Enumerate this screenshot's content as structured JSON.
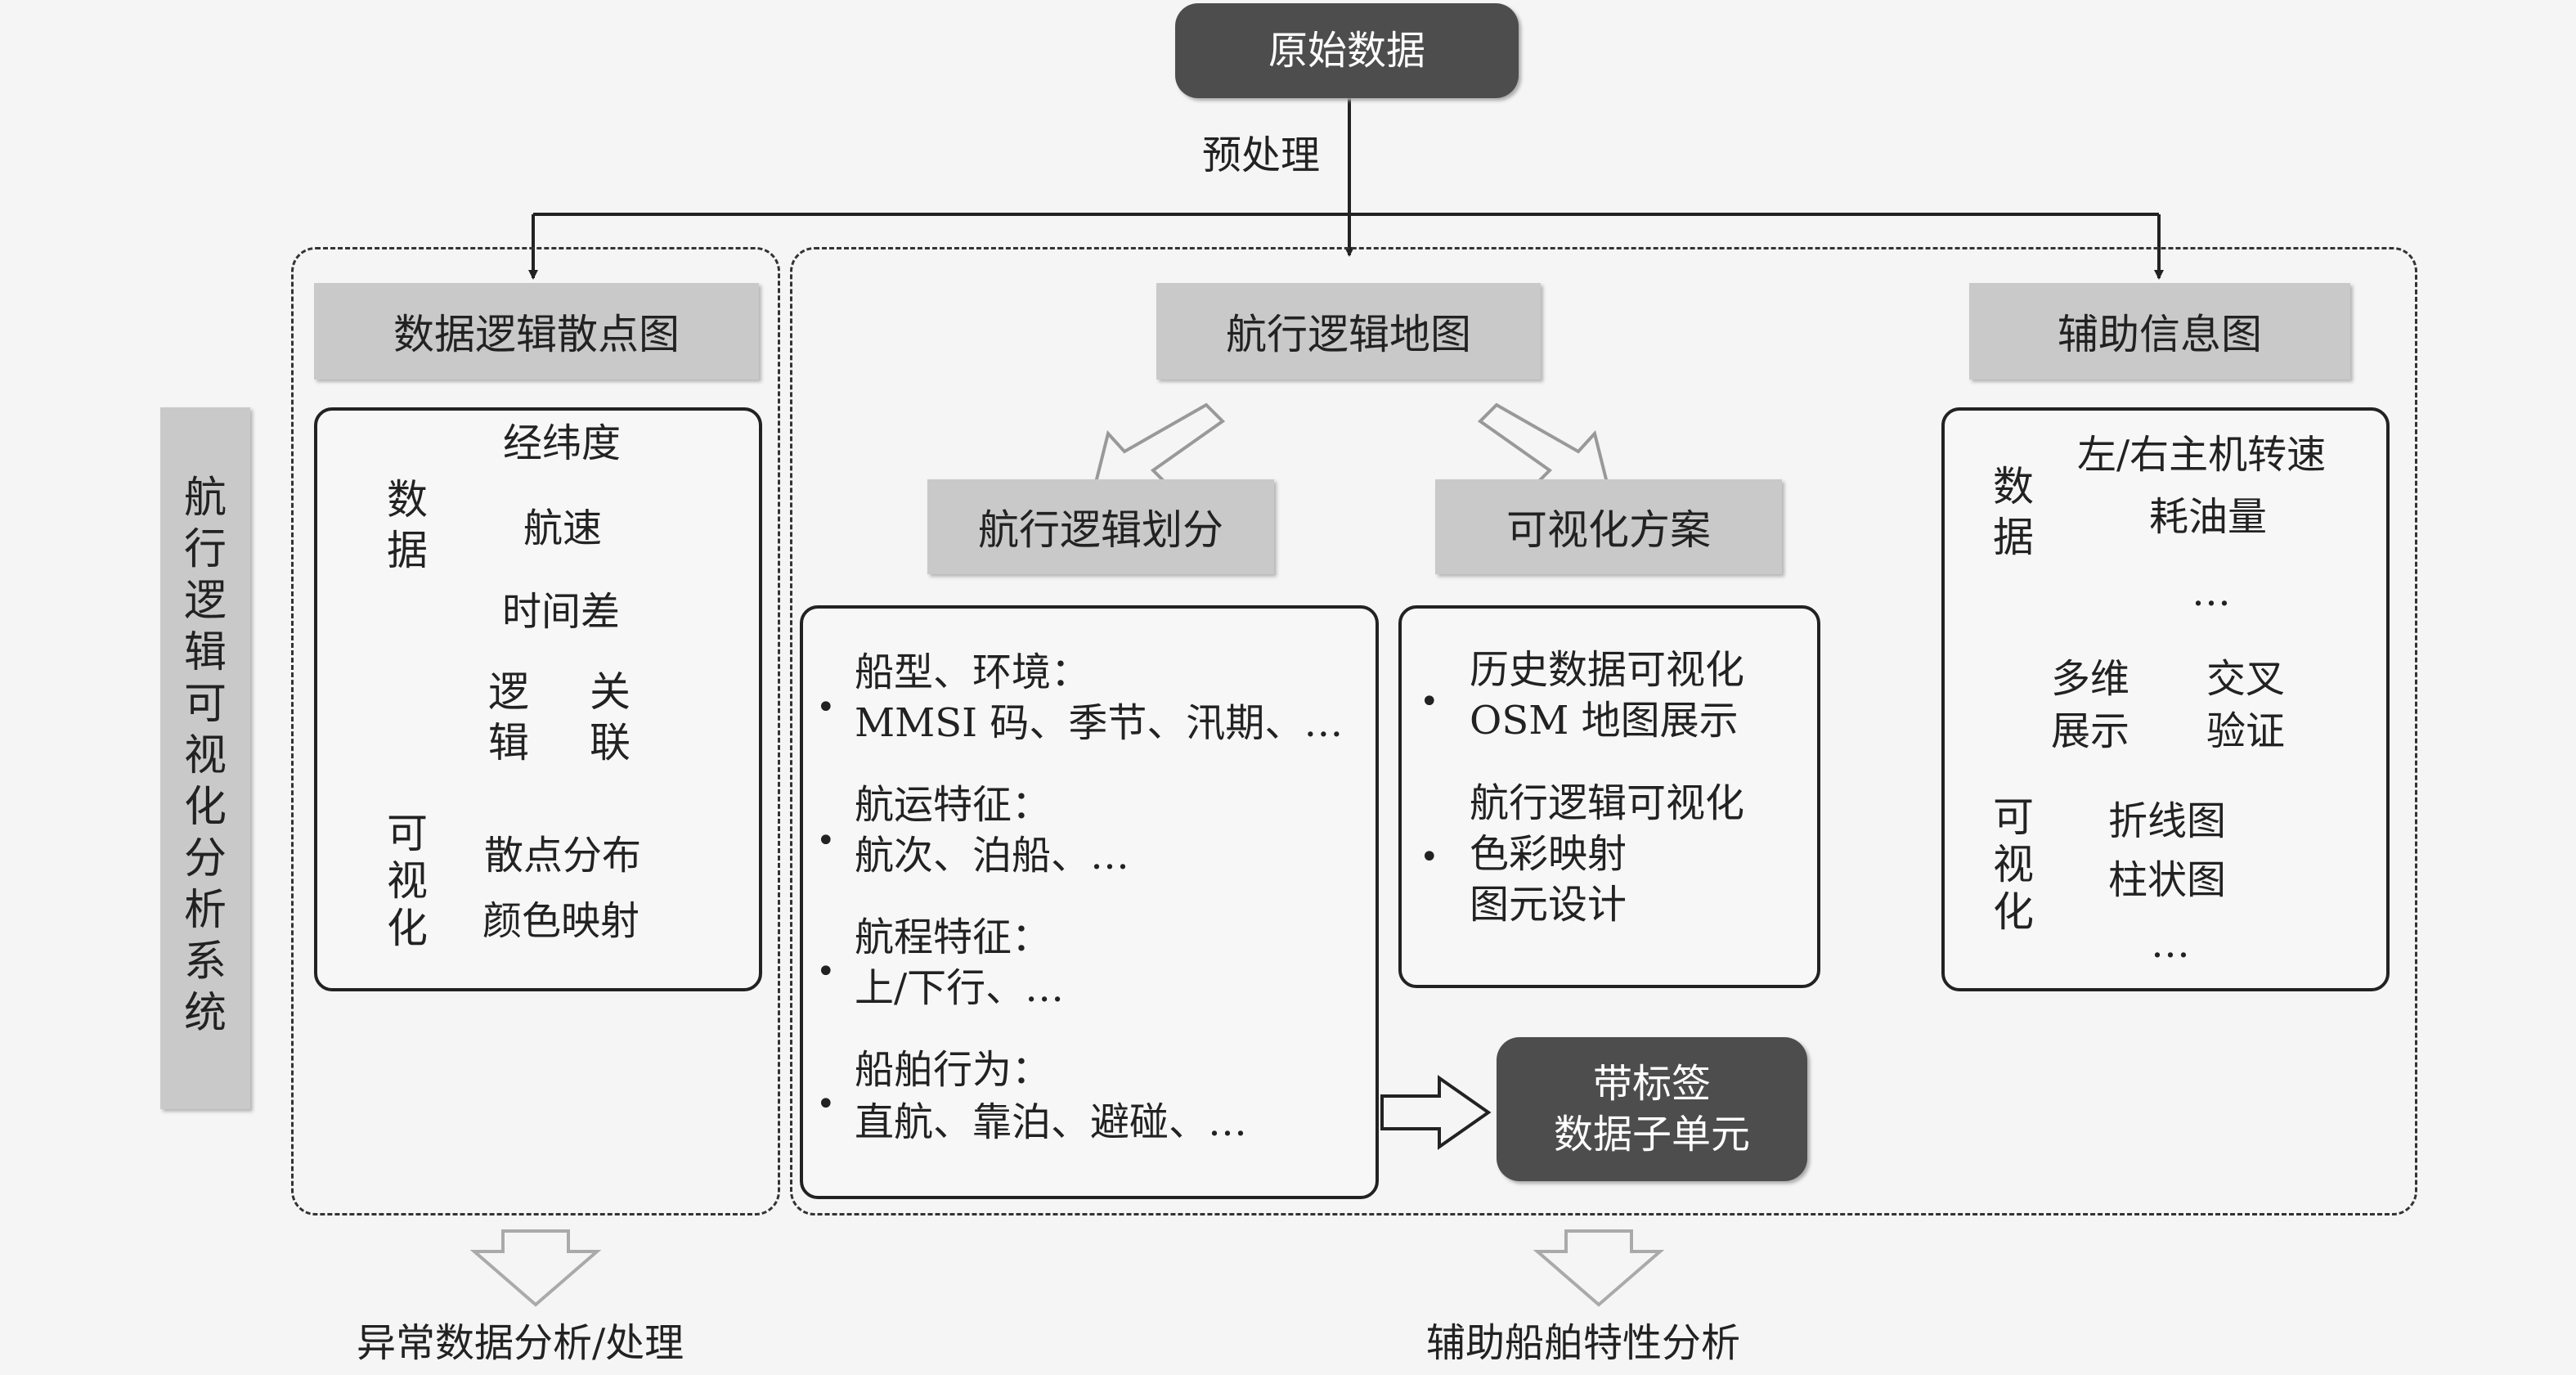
{
  "top": {
    "raw_data": "原始数据",
    "preprocess": "预处理"
  },
  "system_label": "航行逻辑可视化分析系统",
  "scatter": {
    "title": "数据逻辑散点图",
    "data_label": "数据",
    "data_items": [
      "经纬度",
      "航速",
      "时间差"
    ],
    "logic_label": "逻辑",
    "relation_label": "关联",
    "vis_label": "可视化",
    "vis_items": [
      "散点分布",
      "颜色映射"
    ]
  },
  "nav_map": {
    "title": "航行逻辑地图",
    "division": {
      "title": "航行逻辑划分",
      "groups": [
        {
          "head": "船型、环境：",
          "body": "MMSI 码、季节、汛期、…"
        },
        {
          "head": "航运特征：",
          "body": "航次、泊船、…"
        },
        {
          "head": "航程特征：",
          "body": "上/下行、…"
        },
        {
          "head": "船舶行为：",
          "body": "直航、靠泊、避碰、…"
        }
      ]
    },
    "scheme": {
      "title": "可视化方案",
      "group1": [
        "历史数据可视化",
        "OSM 地图展示"
      ],
      "group2": [
        "航行逻辑可视化",
        "色彩映射",
        "图元设计"
      ]
    },
    "labeled": [
      "带标签",
      "数据子单元"
    ]
  },
  "aux": {
    "title": "辅助信息图",
    "data_label": "数据",
    "data_items": [
      "左/右主机转速",
      "耗油量",
      "…"
    ],
    "multi_label": [
      "多维",
      "展示"
    ],
    "cross_label": [
      "交叉",
      "验证"
    ],
    "vis_label": "可视化",
    "vis_items": [
      "折线图",
      "柱状图",
      "…"
    ]
  },
  "outputs": {
    "left": "异常数据分析/处理",
    "right": "辅助船舶特性分析"
  }
}
